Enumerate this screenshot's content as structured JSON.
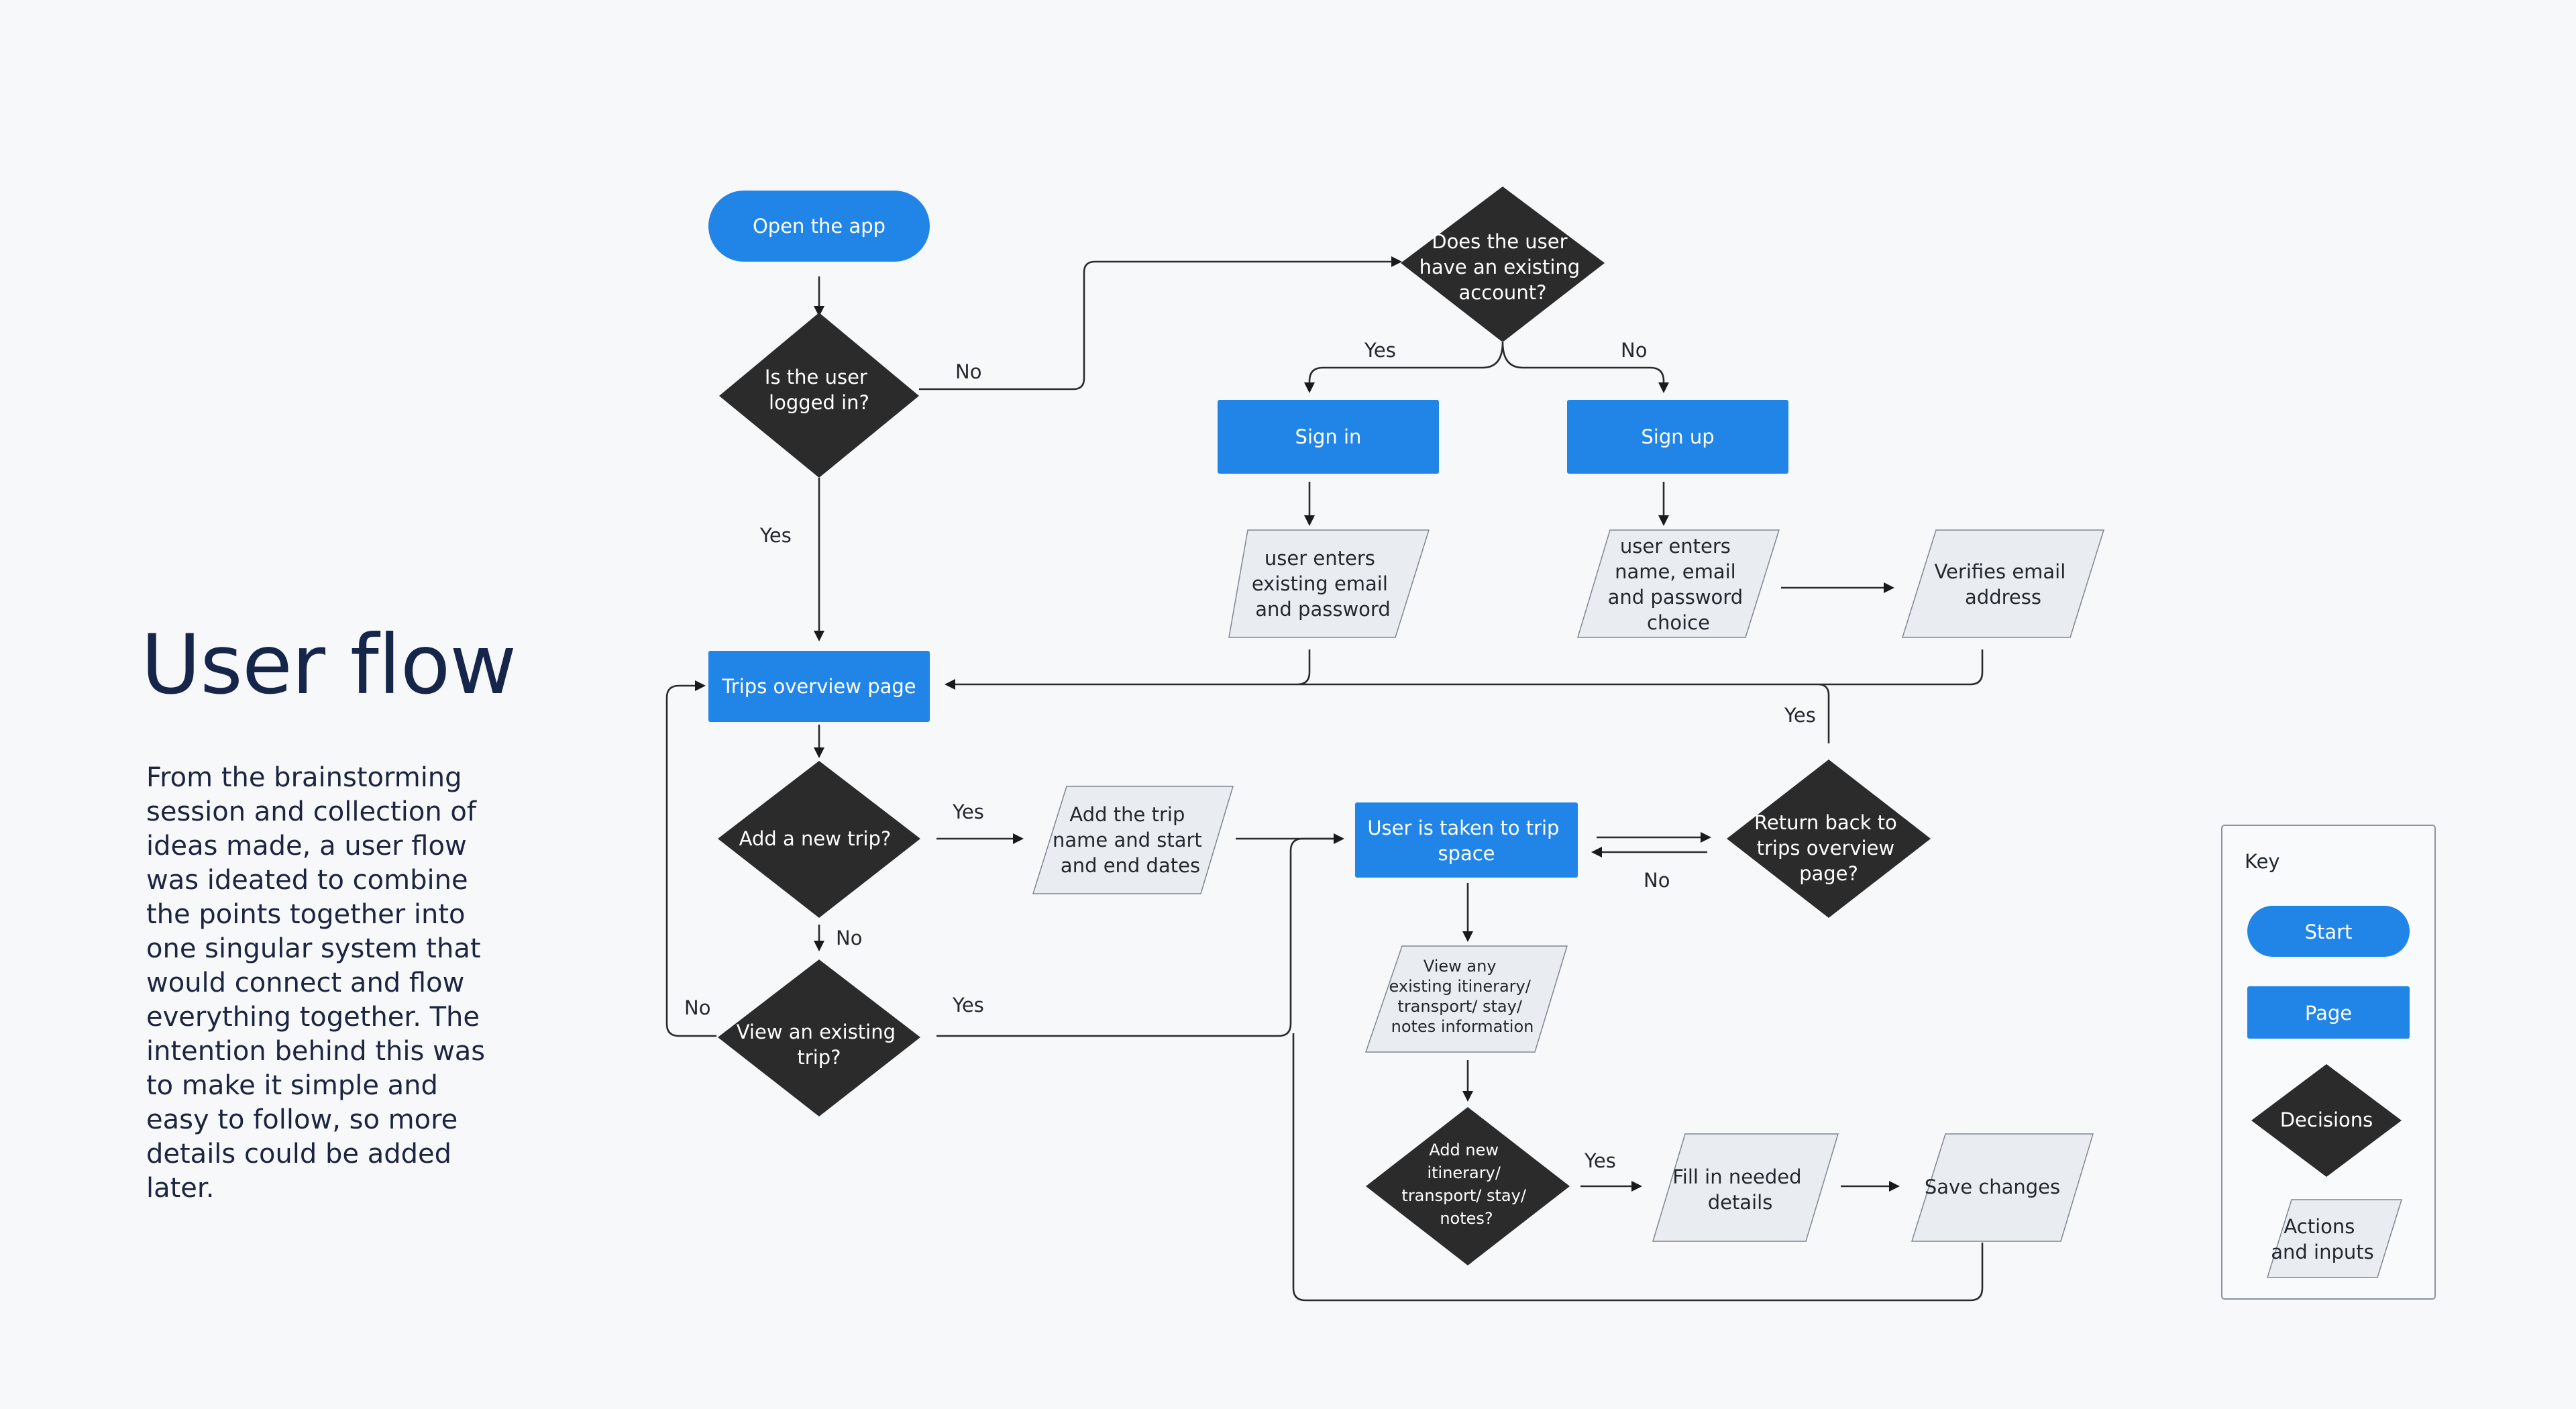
{
  "title": "User flow",
  "description": "From the brainstorming session and collection of ideas made, a user flow was ideated to combine the points together into one singular system that would connect and flow everything together. The intention behind this was to make it simple and easy to follow, so more details could be added later.",
  "colors": {
    "start": "#2185e8",
    "page": "#2185e8",
    "decision": "#2b2b2b",
    "action": "#e9ecf1",
    "text_dark": "#16254a"
  },
  "nodes": {
    "open_app": {
      "type": "start",
      "lines": [
        "Open the app"
      ]
    },
    "logged_in": {
      "type": "decision",
      "lines": [
        "Is the user",
        "logged in?"
      ]
    },
    "existing_account": {
      "type": "decision",
      "lines": [
        "Does the user",
        "have an existing",
        "account?"
      ]
    },
    "sign_in": {
      "type": "page",
      "lines": [
        "Sign in"
      ]
    },
    "sign_up": {
      "type": "page",
      "lines": [
        "Sign up"
      ]
    },
    "enter_email_pw": {
      "type": "action",
      "lines": [
        "user enters",
        "existing email",
        "and password"
      ]
    },
    "enter_signup": {
      "type": "action",
      "lines": [
        "user enters",
        "name, email",
        "and password",
        "choice"
      ]
    },
    "verify_email": {
      "type": "action",
      "lines": [
        "Verifies email",
        "address"
      ]
    },
    "trips_overview": {
      "type": "page",
      "lines": [
        "Trips overview page"
      ]
    },
    "add_trip": {
      "type": "decision",
      "lines": [
        "Add a new trip?"
      ]
    },
    "add_trip_details": {
      "type": "action",
      "lines": [
        "Add the trip",
        "name and start",
        "and end dates"
      ]
    },
    "view_trip": {
      "type": "decision",
      "lines": [
        "View an existing",
        "trip?"
      ]
    },
    "trip_space": {
      "type": "page",
      "lines": [
        "User is taken to trip",
        "space"
      ]
    },
    "return_overview": {
      "type": "decision",
      "lines": [
        "Return back to",
        "trips overview",
        "page?"
      ]
    },
    "view_info": {
      "type": "action",
      "lines": [
        "View any",
        "existing itinerary/",
        "transport/ stay/",
        "notes information"
      ]
    },
    "add_new_item": {
      "type": "decision",
      "lines": [
        "Add new",
        "itinerary/",
        "transport/ stay/",
        "notes?"
      ]
    },
    "fill_details": {
      "type": "action",
      "lines": [
        "Fill in needed",
        "details"
      ]
    },
    "save_changes": {
      "type": "action",
      "lines": [
        "Save changes"
      ]
    }
  },
  "edge_labels": {
    "logged_no": "No",
    "logged_yes": "Yes",
    "account_yes": "Yes",
    "account_no": "No",
    "add_yes": "Yes",
    "add_no": "No",
    "view_yes": "Yes",
    "view_no": "No",
    "return_yes": "Yes",
    "return_no": "No",
    "add_item_yes": "Yes"
  },
  "key": {
    "title": "Key",
    "start": "Start",
    "page": "Page",
    "decisions": "Decisions",
    "actions": [
      "Actions",
      "and inputs"
    ]
  }
}
